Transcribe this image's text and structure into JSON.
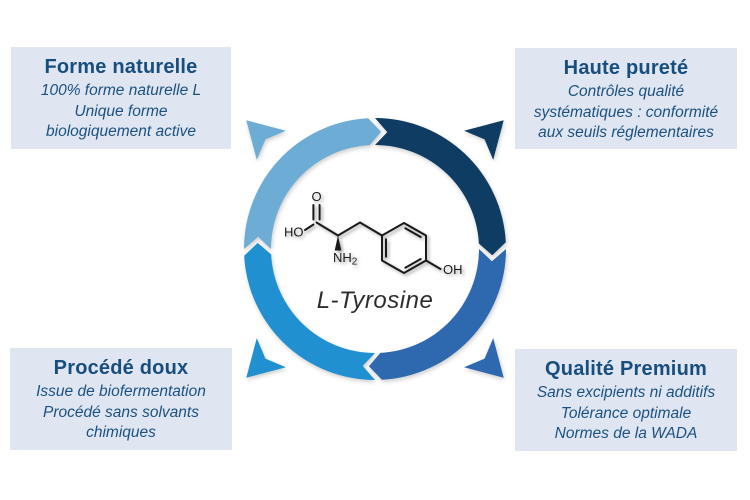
{
  "diagram": {
    "center_label": "L-Tyrosine",
    "molecule": {
      "carbonyl_o": "O",
      "acid_ho": "HO",
      "amine_main": "NH",
      "amine_sub": "2",
      "phenol_oh": "OH"
    },
    "cycle": {
      "direction": "clockwise",
      "arc_colors": {
        "top_left": "#6cacd5",
        "top_right": "#0e3c62",
        "bottom_right": "#2e68ae",
        "bottom_left": "#2090d0"
      }
    }
  },
  "boxes": {
    "top_left": {
      "title": "Forme naturelle",
      "lines": [
        "100% forme naturelle L",
        "Unique forme",
        "biologiquement active"
      ]
    },
    "top_right": {
      "title": "Haute pureté",
      "lines": [
        "Contrôles qualité",
        "systématiques : conformité",
        "aux seuils réglementaires"
      ]
    },
    "bottom_left": {
      "title": "Procédé doux",
      "lines": [
        "Issue de biofermentation",
        "Procédé sans solvants",
        "chimiques"
      ]
    },
    "bottom_right": {
      "title": "Qualité Premium",
      "lines": [
        "Sans excipients ni additifs",
        "Tolérance optimale",
        "Normes de la WADA"
      ]
    }
  },
  "colors": {
    "box_background": "#dfe6f1",
    "title_text": "#174e7e",
    "body_text": "#1b5180",
    "molecule_stroke": "#1a1a1a",
    "label_text": "#2d2d2d"
  }
}
